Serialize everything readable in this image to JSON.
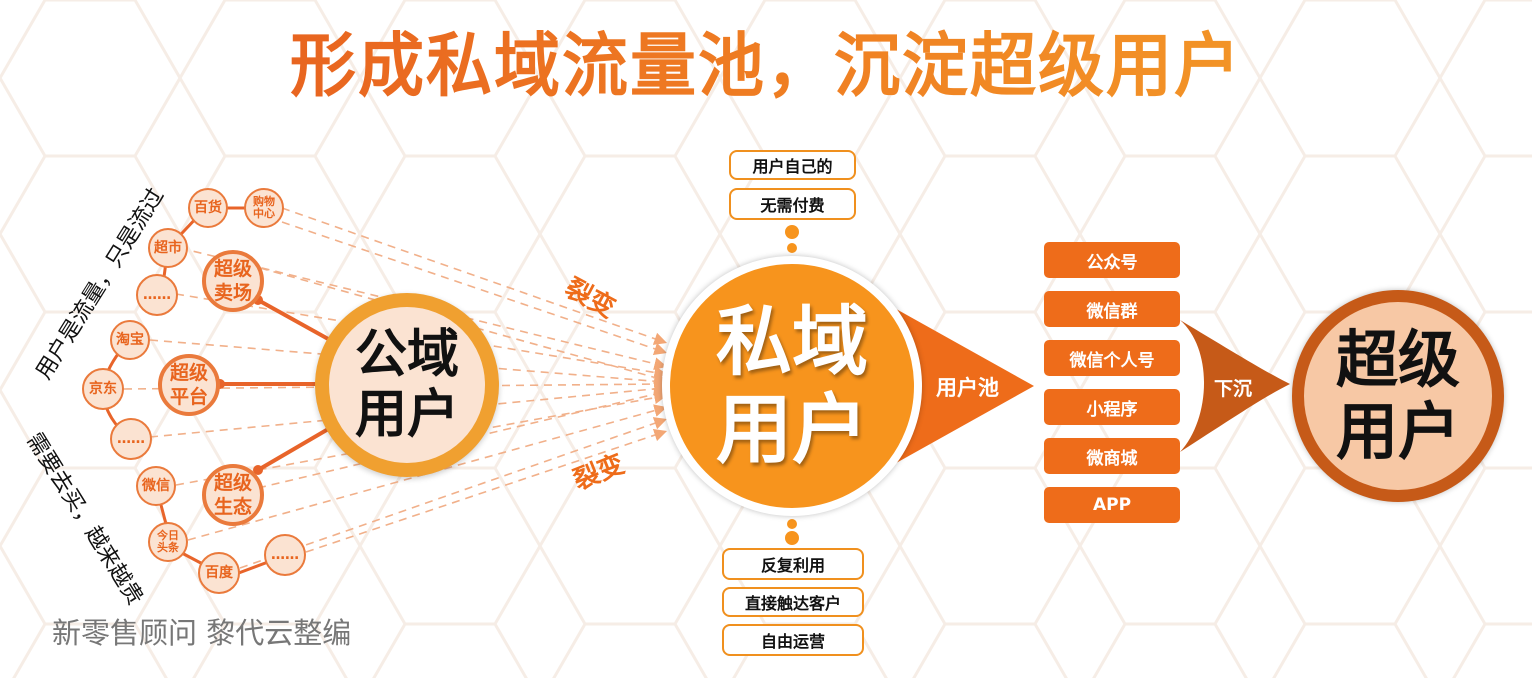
{
  "title": "形成私域流量池，沉淀超级用户",
  "left_captions": {
    "upper": "用户是流量，只是流过",
    "lower": "需要去买，越来越贵"
  },
  "outer_nodes": {
    "gouwu": "购物\n中心",
    "baihuo": "百货",
    "chaoshi": "超市",
    "more1": "……",
    "taobao": "淘宝",
    "jingdong": "京东",
    "more2": "……",
    "weixin": "微信",
    "toutiao": "今日\n头条",
    "baidu": "百度",
    "more3": "……"
  },
  "hub_nodes": {
    "maichang": "超级\n卖场",
    "pingtai": "超级\n平台",
    "shengtai": "超级\n生态"
  },
  "public_users": "公域\n用户",
  "fission": {
    "top": "裂变",
    "bottom": "裂变"
  },
  "private_users": "私域\n用户",
  "private_top_tags": [
    "用户自己的",
    "无需付费"
  ],
  "private_bottom_tags": [
    "反复利用",
    "直接触达客户",
    "自由运营"
  ],
  "user_pool_label": "用户池",
  "channels": [
    "公众号",
    "微信群",
    "微信个人号",
    "小程序",
    "微商城",
    "APP"
  ],
  "sink_label": "下沉",
  "super_users": "超级\n用户",
  "footer": "新零售顾问  黎代云整编",
  "colors": {
    "primary_orange": "#ee6c1a",
    "private_circle": "#f7941d",
    "public_ring": "#f0a030",
    "super_ring": "#c65a18",
    "node_fill": "#fbe3d2"
  }
}
